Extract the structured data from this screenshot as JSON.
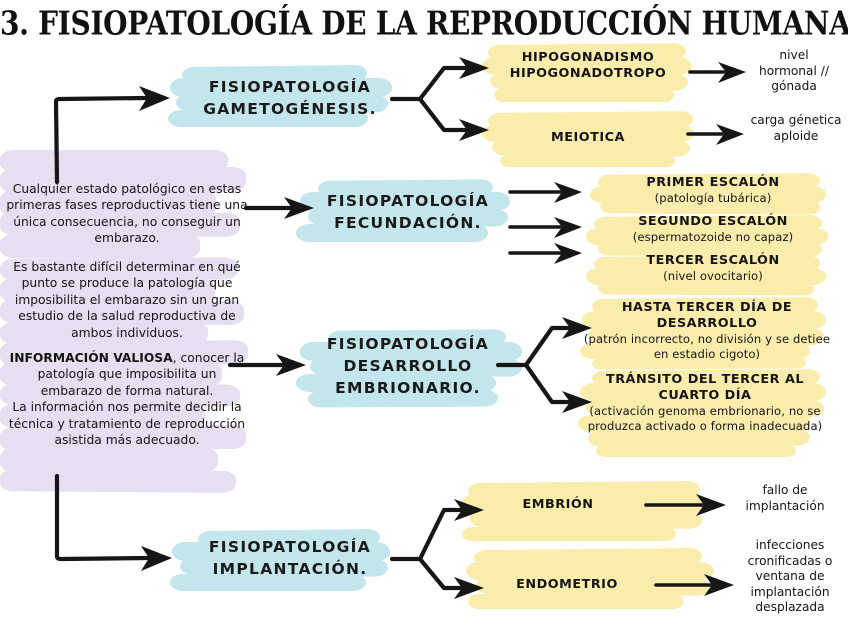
{
  "title": "3. FISIOPATOLOGÍA DE LA REPRODUCCIÓN HUMANA",
  "colors": {
    "cyan": "#c3e6ed",
    "yellow": "#faedac",
    "lavender": "#e6def1",
    "ink": "#161616",
    "background": "#ffffff"
  },
  "side_notes": {
    "note1": "Cualquier estado patológico en estas primeras fases reproductivas tiene una única consecuencia, no conseguir un embarazo.",
    "note2": "Es bastante difícil determinar en qué punto se produce la patología que imposibilita el embarazo sin un gran estudio de la salud reproductiva de ambos individuos.",
    "note3_bold": "INFORMACIÓN VALIOSA",
    "note3_rest": ", conocer la patología que imposibilita un embarazo de forma natural.",
    "note3_line2": "La información nos permite decidir la técnica y tratamiento de reproducción asistida más adecuado."
  },
  "branches": [
    {
      "id": "gametogenesis",
      "label_line1": "FISIOPATOLOGÍA",
      "label_line2": "GAMETOGÉNESIS.",
      "leaves": [
        {
          "heading_line1": "HIPOGONADISMO",
          "heading_line2": "HIPOGONADOTROPO",
          "sub": "",
          "outcome": "nivel\nhormonal //\ngónada"
        },
        {
          "heading_line1": "MEIOTICA",
          "heading_line2": "",
          "sub": "",
          "outcome": "carga génetica\naploide"
        }
      ]
    },
    {
      "id": "fecundacion",
      "label_line1": "FISIOPATOLOGÍA",
      "label_line2": "FECUNDACIÓN.",
      "leaves": [
        {
          "heading_line1": "PRIMER ESCALÓN",
          "heading_line2": "",
          "sub": "(patología tubárica)",
          "outcome": ""
        },
        {
          "heading_line1": "SEGUNDO ESCALÓN",
          "heading_line2": "",
          "sub": "(espermatozoide no capaz)",
          "outcome": ""
        },
        {
          "heading_line1": "TERCER ESCALÓN",
          "heading_line2": "",
          "sub": "(nivel ovocitario)",
          "outcome": ""
        }
      ]
    },
    {
      "id": "desarrollo-embrionario",
      "label_line1": "FISIOPATOLOGÍA",
      "label_line2": "DESARROLLO",
      "label_line3": "EMBRIONARIO.",
      "leaves": [
        {
          "heading_line1": "HASTA TERCER DÍA DE",
          "heading_line2": "DESARROLLO",
          "sub": "(patrón incorrecto, no división y se detiee en estadio cigoto)",
          "outcome": ""
        },
        {
          "heading_line1": "TRÁNSITO DEL TERCER AL",
          "heading_line2": "CUARTO DÍA",
          "sub": "(activación genoma embrionario, no se produzca activado o forma inadecuada)",
          "outcome": ""
        }
      ]
    },
    {
      "id": "implantacion",
      "label_line1": "FISIOPATOLOGÍA",
      "label_line2": "IMPLANTACIÓN.",
      "leaves": [
        {
          "heading_line1": "EMBRIÓN",
          "heading_line2": "",
          "sub": "",
          "outcome": "fallo de\nimplantación"
        },
        {
          "heading_line1": "ENDOMETRIO",
          "heading_line2": "",
          "sub": "",
          "outcome": "infecciones\ncronificadas o\nventana de\nimplantación\ndesplazada"
        }
      ]
    }
  ]
}
